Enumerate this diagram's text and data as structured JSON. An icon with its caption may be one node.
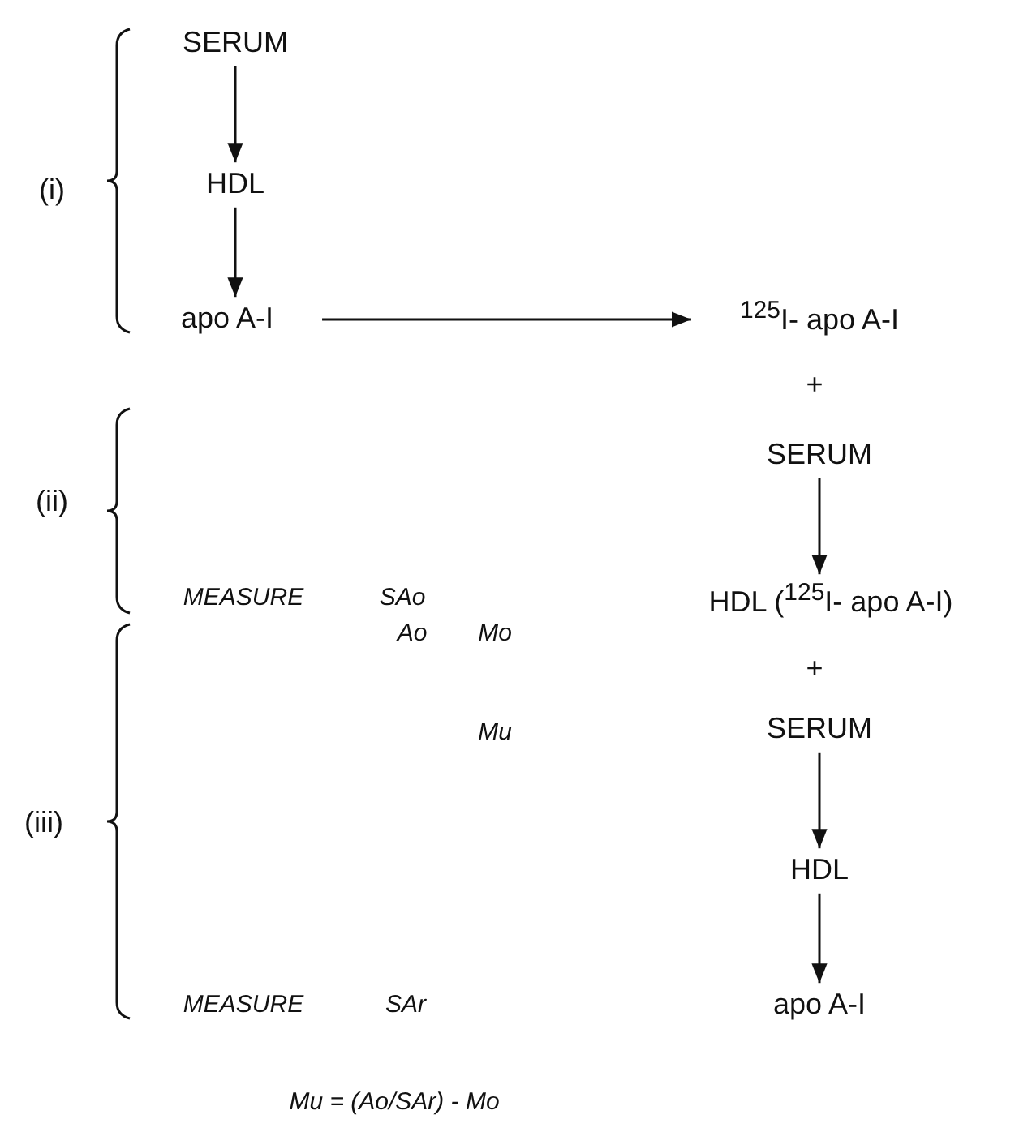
{
  "diagram": {
    "nodes": [
      {
        "text": [
          "SERUM"
        ]
      },
      {
        "text": [
          "HDL"
        ]
      },
      {
        "text": [
          "apo A-I"
        ]
      },
      {
        "text": [
          "$^{125}$I- apo A-I"
        ]
      },
      {
        "text": [
          "SERUM"
        ]
      },
      {
        "text": [
          "HDL ($^{125}$I- apo A-I)"
        ]
      },
      {
        "text": [
          "SERUM"
        ]
      },
      {
        "text": [
          "HDL"
        ]
      },
      {
        "text": [
          "apo A-I"
        ]
      }
    ],
    "edges": [
      {
        "from": 0,
        "to": 1,
        "arrow": "to"
      },
      {
        "from": 1,
        "to": 2,
        "arrow": "to"
      },
      {
        "from": 2,
        "to": 3,
        "arrow": "to"
      },
      {
        "from": 4,
        "to": 5,
        "arrow": "to"
      },
      {
        "from": 6,
        "to": 7,
        "arrow": "to"
      },
      {
        "from": 7,
        "to": 8,
        "arrow": "to"
      }
    ],
    "labels": [
      "(i)",
      "+",
      "(ii)",
      "MEASURE",
      "SAo",
      "Ao",
      "Mo",
      "+",
      "Mu",
      "(iii)",
      "MEASURE",
      "SAr",
      "Mu = (Ao/SAr) - Mo"
    ]
  }
}
